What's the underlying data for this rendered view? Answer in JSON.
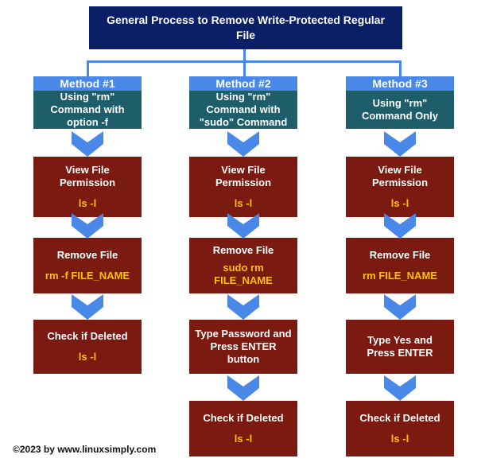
{
  "title": "General Process to Remove Write-Protected Regular File",
  "columns": [
    {
      "header": "Method #1",
      "subtitle": "Using \"rm\" Command with option -f",
      "steps": [
        {
          "label": "View File Permission",
          "cmd": "ls -l"
        },
        {
          "label": "Remove File",
          "cmd": "rm -f FILE_NAME"
        },
        {
          "label": "Check if Deleted",
          "cmd": "ls -l"
        }
      ]
    },
    {
      "header": "Method #2",
      "subtitle": "Using \"rm\" Command with \"sudo\" Command",
      "steps": [
        {
          "label": "View File Permission",
          "cmd": "ls -l"
        },
        {
          "label": "Remove File",
          "cmd": "sudo rm FILE_NAME"
        },
        {
          "label": "Type Password and Press ENTER button",
          "cmd": ""
        },
        {
          "label": "Check if Deleted",
          "cmd": "ls -l"
        }
      ]
    },
    {
      "header": "Method #3",
      "subtitle": "Using \"rm\" Command Only",
      "steps": [
        {
          "label": "View File Permission",
          "cmd": "ls -l"
        },
        {
          "label": "Remove File",
          "cmd": "rm FILE_NAME"
        },
        {
          "label": "Type Yes and Press ENTER",
          "cmd": ""
        },
        {
          "label": "Check if Deleted",
          "cmd": "ls -l"
        }
      ]
    }
  ],
  "copyright": "©2023 by www.linuxsimply.com",
  "colors": {
    "title_bg": "#0b1f66",
    "header_bg": "#4a88e8",
    "subtitle_bg": "#1e5e6b",
    "step_bg": "#7b1a10",
    "command_text": "#ffc000",
    "arrow": "#4a88e8"
  }
}
